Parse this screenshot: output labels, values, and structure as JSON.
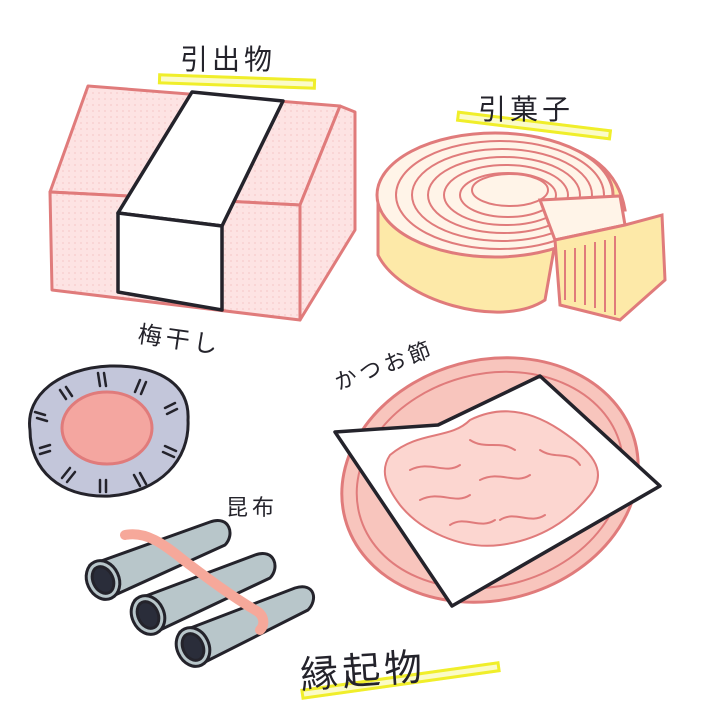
{
  "title": "縁起物",
  "colors": {
    "ink": "#24232b",
    "pink_line": "#e07b7b",
    "pink_fill": "#fde2e2",
    "cake_fill": "#fde9a8",
    "cake_top": "#fff4e8",
    "plate_fill": "#c3c6da",
    "umeboshi_fill": "#f4a6a0",
    "kombu_fill": "#b8c6ca",
    "kombu_dark": "#2a2d3a",
    "tie_fill": "#f6a89a",
    "highlighter": "#f2ef2a"
  },
  "items": [
    {
      "id": "hikidemono",
      "label": "引出物",
      "label_display": "引出物"
    },
    {
      "id": "hikigashi",
      "label": "引菓子",
      "label_display": "引菓子"
    },
    {
      "id": "umeboshi",
      "label": "梅干し",
      "label_display": "梅干し"
    },
    {
      "id": "katsuobushi",
      "label": "かつお節",
      "label_display": "かつお節"
    },
    {
      "id": "kombu",
      "label": "昆布",
      "label_display": "昆布"
    }
  ],
  "footer": {
    "label": "縁起物"
  }
}
